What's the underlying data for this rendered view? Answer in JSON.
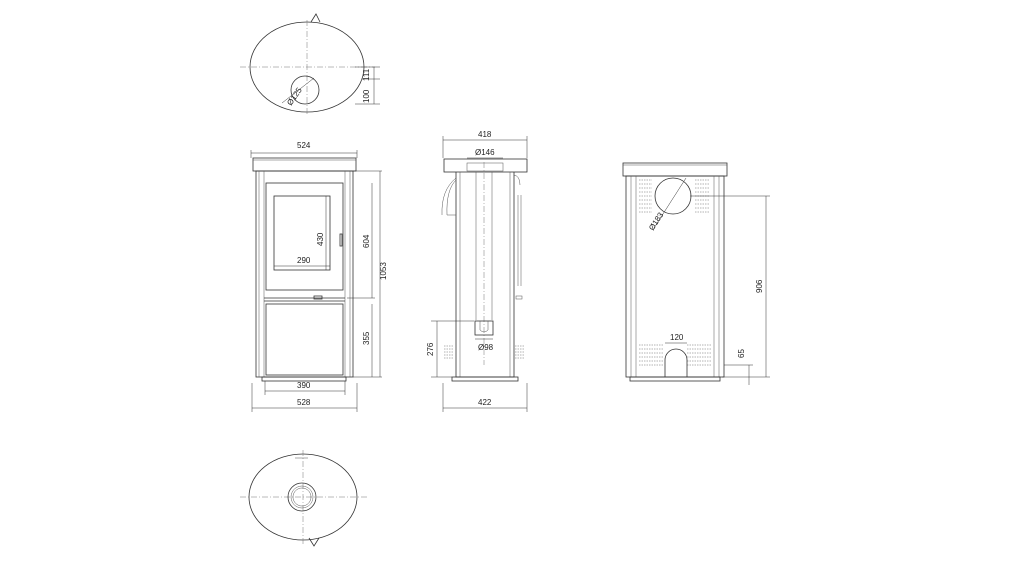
{
  "top_view": {
    "flue_diameter": "Ø125",
    "dim_a": "100",
    "dim_b": "111"
  },
  "front_view": {
    "total_width": "524",
    "glass_height": "430",
    "glass_width": "290",
    "door_height": "604",
    "total_height": "1053",
    "lower_height": "355",
    "lower_width": "390",
    "base_width": "528"
  },
  "side_view": {
    "top_width": "418",
    "flue_diameter": "Ø146",
    "air_diameter": "Ø98",
    "air_height": "276",
    "bottom_width": "422"
  },
  "rear_view": {
    "flue_diameter": "Ø183",
    "flue_height": "906",
    "opening_width": "120",
    "opening_height": "65"
  }
}
